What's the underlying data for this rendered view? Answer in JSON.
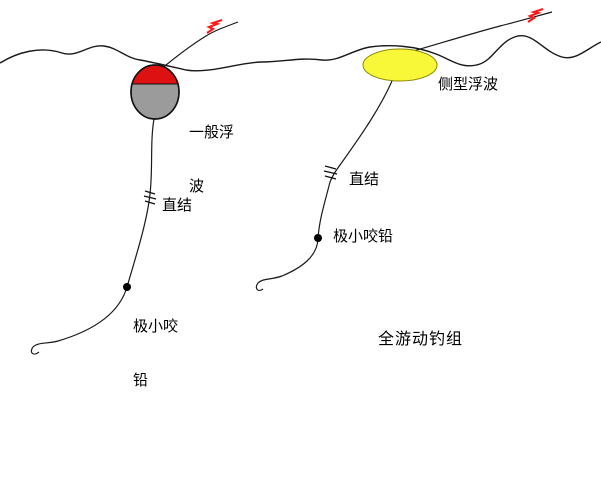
{
  "diagram": {
    "bottom_label": "全游动钓组",
    "left_rig": {
      "float_label_line1": "一般浮",
      "float_label_line2": "波",
      "knot_label": "直结",
      "sinker_label_line1": "极小咬",
      "sinker_label_line2": "铅"
    },
    "right_rig": {
      "float_label": "侧型浮波",
      "knot_label": "直结",
      "sinker_label": "极小咬铅"
    },
    "colors": {
      "float_cap": "#dd1111",
      "float_body": "#9b9b9b",
      "side_float": "#f8f838",
      "marker": "#ff1a1a",
      "line": "#1a1a1a"
    }
  }
}
